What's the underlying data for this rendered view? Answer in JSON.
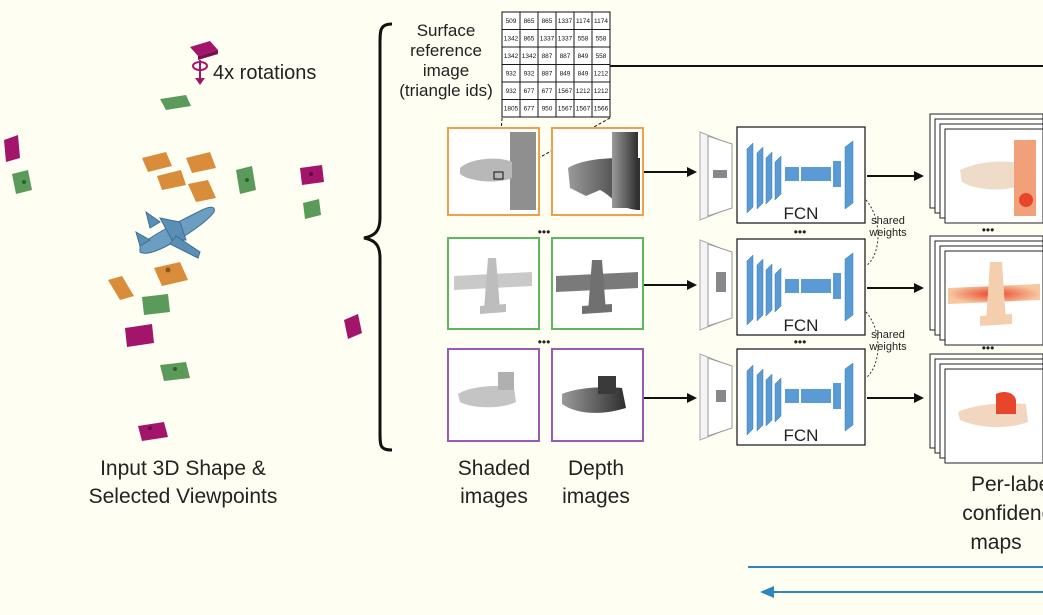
{
  "left_panel": {
    "rotation_label": "4x rotations",
    "caption_lines": [
      "Input 3D Shape &",
      "Selected Viewpoints"
    ]
  },
  "reference": {
    "title_lines": [
      "Surface",
      "reference",
      "image",
      "(triangle ids)"
    ],
    "table": [
      [
        "509",
        "865",
        "865",
        "1337",
        "1174",
        "1174"
      ],
      [
        "1342",
        "865",
        "1337",
        "1337",
        "558",
        "558"
      ],
      [
        "1342",
        "1342",
        "887",
        "887",
        "849",
        "558"
      ],
      [
        "932",
        "932",
        "887",
        "849",
        "849",
        "1212"
      ],
      [
        "932",
        "677",
        "677",
        "1567",
        "1212",
        "1212"
      ],
      [
        "1805",
        "677",
        "950",
        "1567",
        "1567",
        "1566"
      ]
    ]
  },
  "network": {
    "fcn_label": "FCN",
    "shared_weights_lines": [
      "shared",
      "weights"
    ],
    "ellipsis": "•••"
  },
  "captions": {
    "shaded_lines": [
      "Shaded",
      "images"
    ],
    "depth_lines": [
      "Depth",
      "images"
    ],
    "perlabel_lines": [
      "Per-label",
      "confidence",
      "maps"
    ]
  },
  "colors": {
    "orange_frame": "#f0a04a",
    "green_frame": "#5cb85c",
    "purple_frame": "#9b59b6",
    "fcn_blue": "#5b9bd5",
    "arrow_blue": "#2e86c1",
    "magenta_camera": "#a3156b",
    "green_camera": "#5a9a5a",
    "orange_camera": "#d98c3a"
  }
}
